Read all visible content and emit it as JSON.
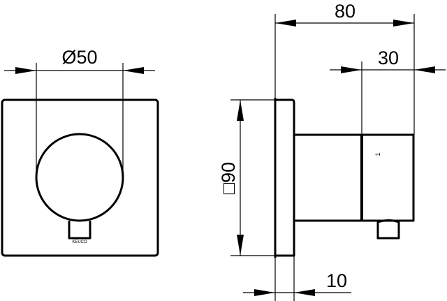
{
  "drawing": {
    "front_view": {
      "diameter_label": "Ø50",
      "brand_mark": "KEUCO"
    },
    "side_view": {
      "overall_depth_label": "80",
      "handle_depth_label": "30",
      "plate_size_label": "□90",
      "plate_thickness_label": "10",
      "marker_label": "1"
    },
    "colors": {
      "line": "#000000",
      "background": "#ffffff"
    }
  }
}
